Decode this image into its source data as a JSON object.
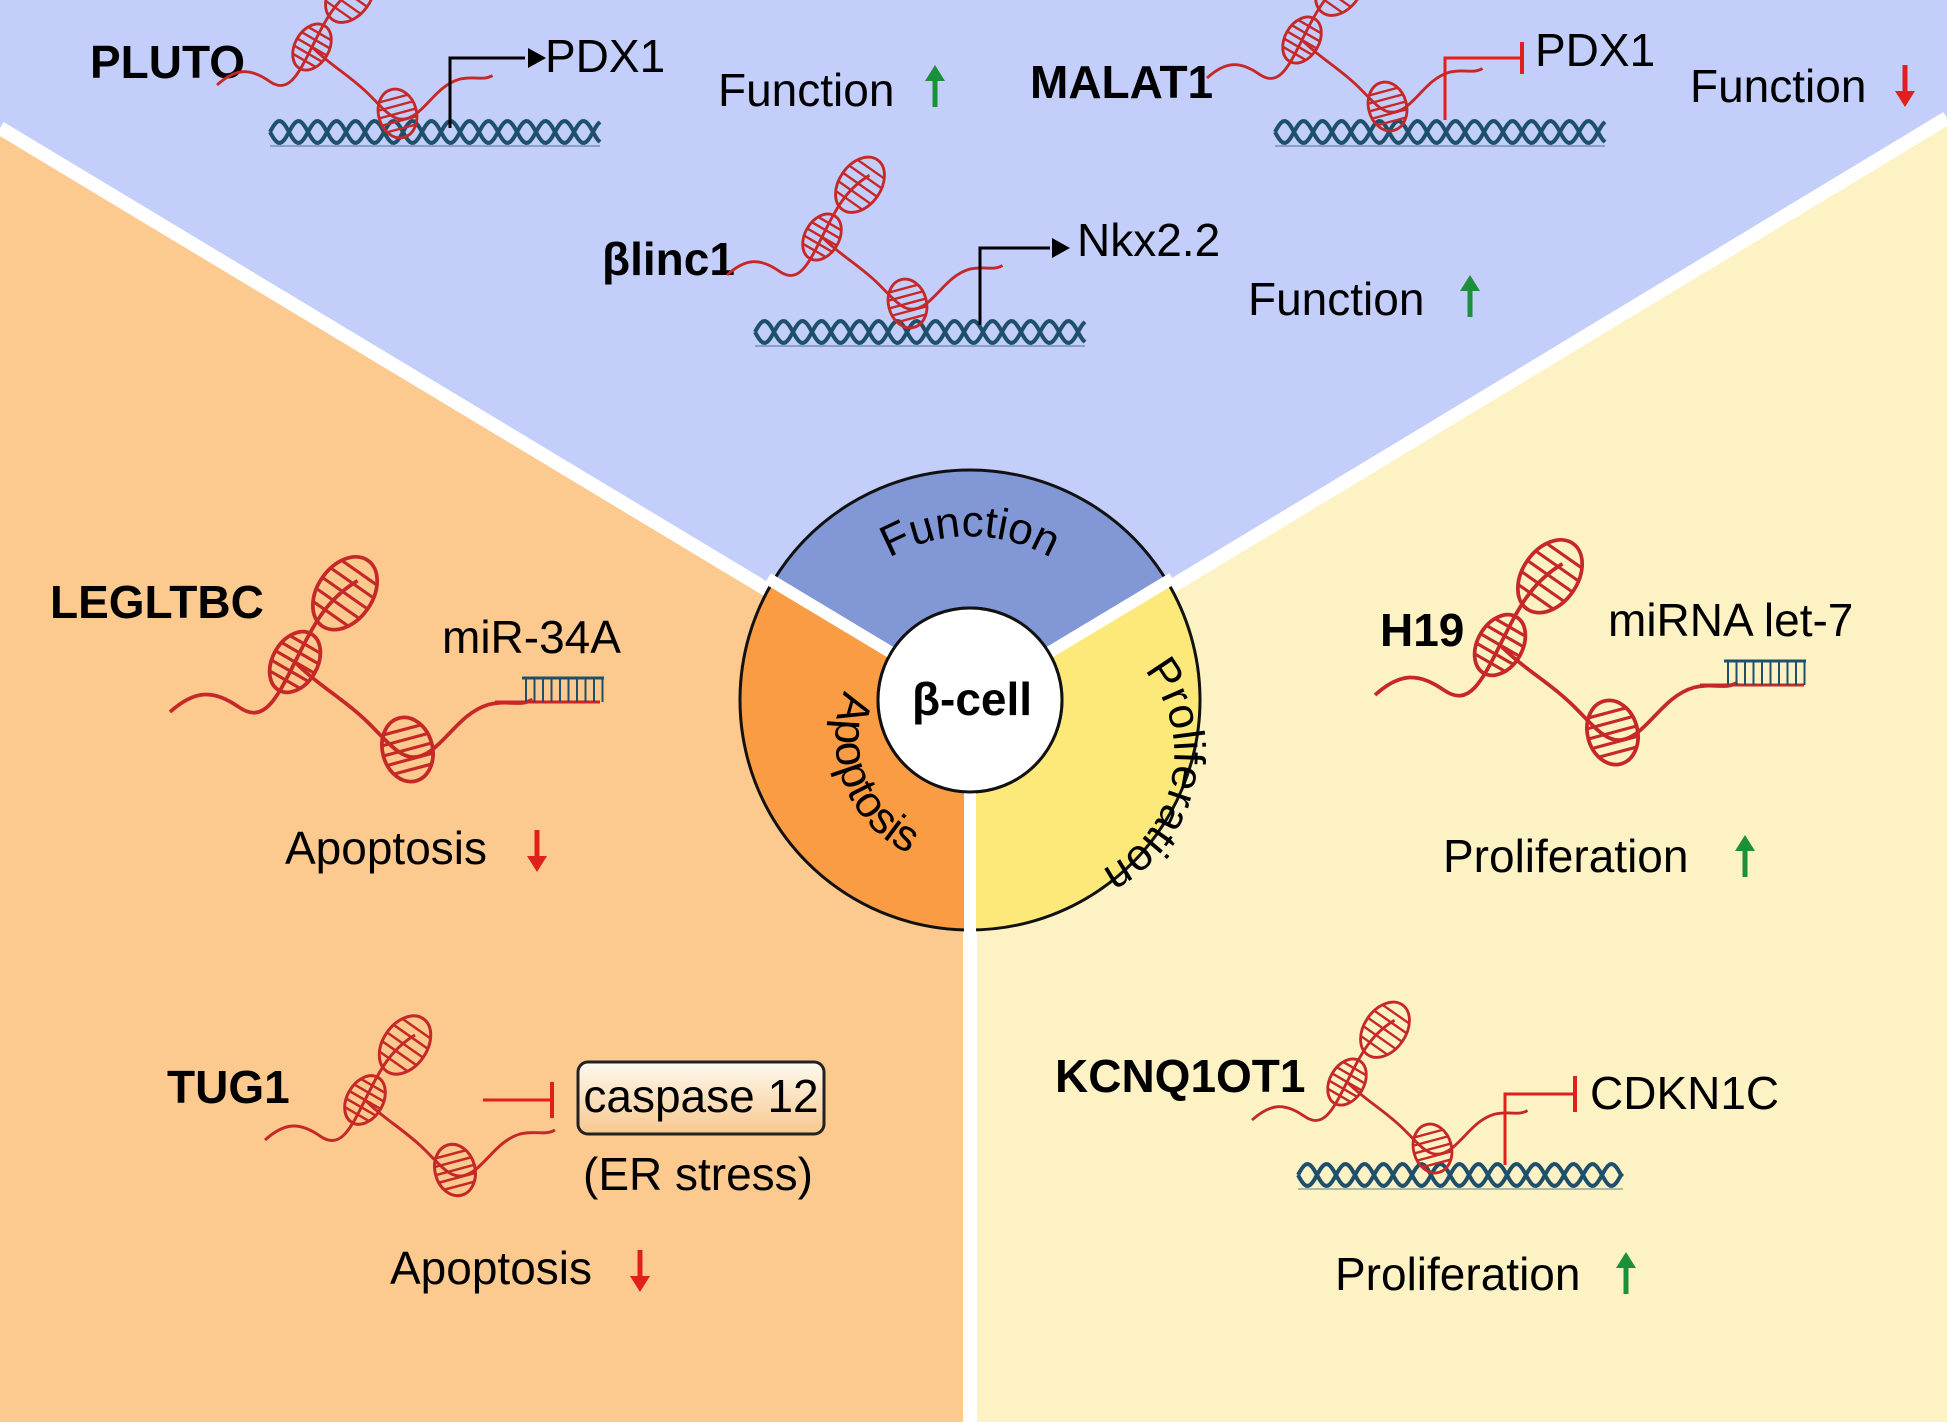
{
  "colors": {
    "function_bg": "#c3cefa",
    "apoptosis_bg": "#fcc98f",
    "proliferation_bg": "#fdf2c4",
    "hub_function": "#8197d6",
    "hub_apoptosis": "#f99c44",
    "hub_proliferation": "#fce97a",
    "rna": "#c62828",
    "dna": "#1e4f6b",
    "up_arrow": "#1b8f3a",
    "down_arrow": "#e0201b",
    "inhibit": "#e0201b",
    "activate": "#000000"
  },
  "hub": {
    "center": "β-cell",
    "function": "Function",
    "apoptosis": "Apoptosis",
    "proliferation": "Proliferation"
  },
  "function_panel": {
    "pluto": {
      "gene": "PLUTO",
      "target": "PDX1",
      "effect": "Function",
      "direction": "up"
    },
    "malat1": {
      "gene": "MALAT1",
      "target": "PDX1",
      "effect": "Function",
      "direction": "down"
    },
    "blinc1": {
      "gene": "βlinc1",
      "target": "Nkx2.2",
      "effect": "Function",
      "direction": "up"
    }
  },
  "apoptosis_panel": {
    "legltbc": {
      "gene": "LEGLTBC",
      "target": "miR-34A",
      "effect": "Apoptosis",
      "direction": "down"
    },
    "tug1": {
      "gene": "TUG1",
      "target": "caspase 12",
      "note": "(ER stress)",
      "effect": "Apoptosis",
      "direction": "down"
    }
  },
  "proliferation_panel": {
    "h19": {
      "gene": "H19",
      "target": "miRNA let-7",
      "effect": "Proliferation",
      "direction": "up"
    },
    "kcnq1ot1": {
      "gene": "KCNQ1OT1",
      "target": "CDKN1C",
      "effect": "Proliferation",
      "direction": "up"
    }
  }
}
